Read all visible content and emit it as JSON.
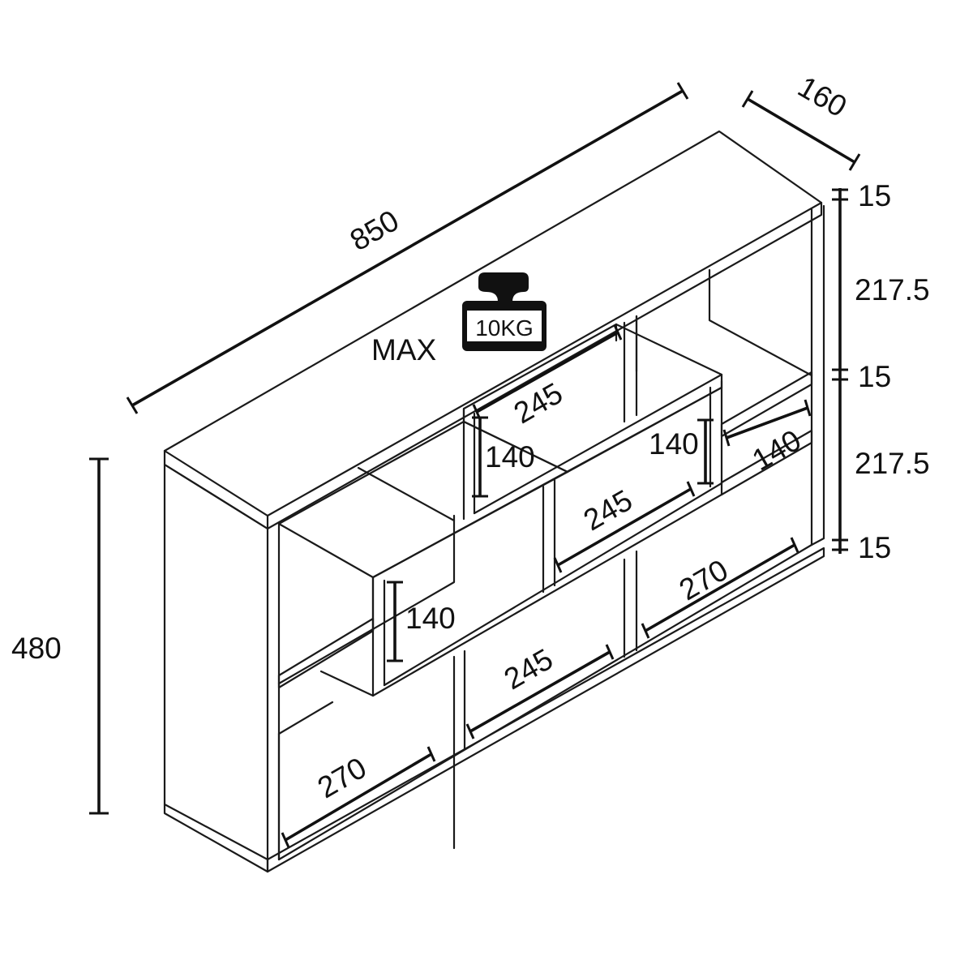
{
  "colors": {
    "line": "#1a1a1a",
    "background": "#ffffff"
  },
  "dimensions": {
    "width": "850",
    "depth": "160",
    "height": "480",
    "top_board": "15",
    "upper_gap": "217.5",
    "middle_board": "15",
    "lower_gap": "217.5",
    "bottom_board": "15",
    "upper_cell_width": "245",
    "upper_cell_height_left": "140",
    "upper_cell_height_right": "140",
    "side_cell_depth": "140",
    "middle_cell_width": "245",
    "middle_cell_height": "140",
    "lower_right_width": "270",
    "lower_middle_width": "245",
    "lower_left_width": "270"
  },
  "load": {
    "weight": "10KG",
    "prefix": "MAX",
    "icon": "weight-icon"
  }
}
